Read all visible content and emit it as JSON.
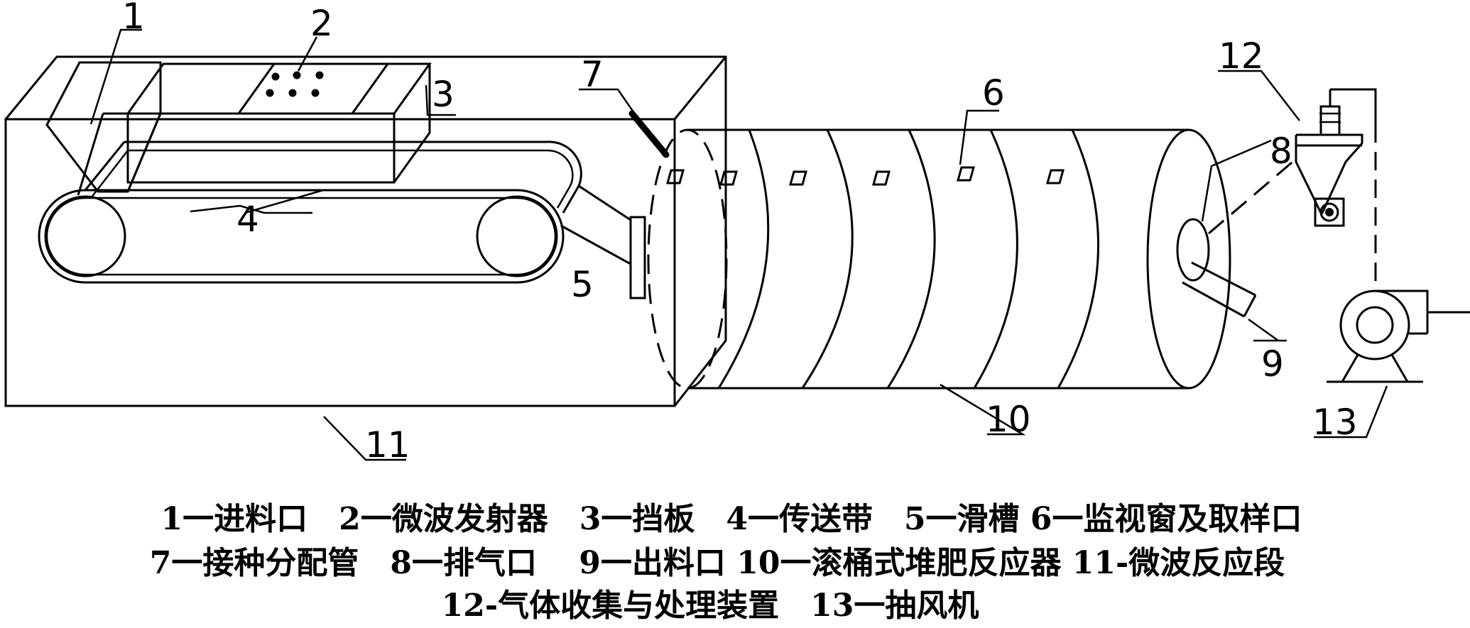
{
  "callouts": {
    "c1": "1",
    "c2": "2",
    "c3": "3",
    "c4": "4",
    "c5": "5",
    "c6": "6",
    "c7": "7",
    "c8": "8",
    "c9": "9",
    "c10": "10",
    "c11": "11",
    "c12": "12",
    "c13": "13"
  },
  "legend": {
    "line1": "1一进料口　2一微波发射器　3一挡板　4一传送带　5一滑槽 6一监视窗及取样口",
    "line2": "7一接种分配管　8一排气口　 9一出料口 10一滚桶式堆肥反应器 11-微波反应段",
    "line3": "12-气体收集与处理装置　13一抽风机"
  }
}
